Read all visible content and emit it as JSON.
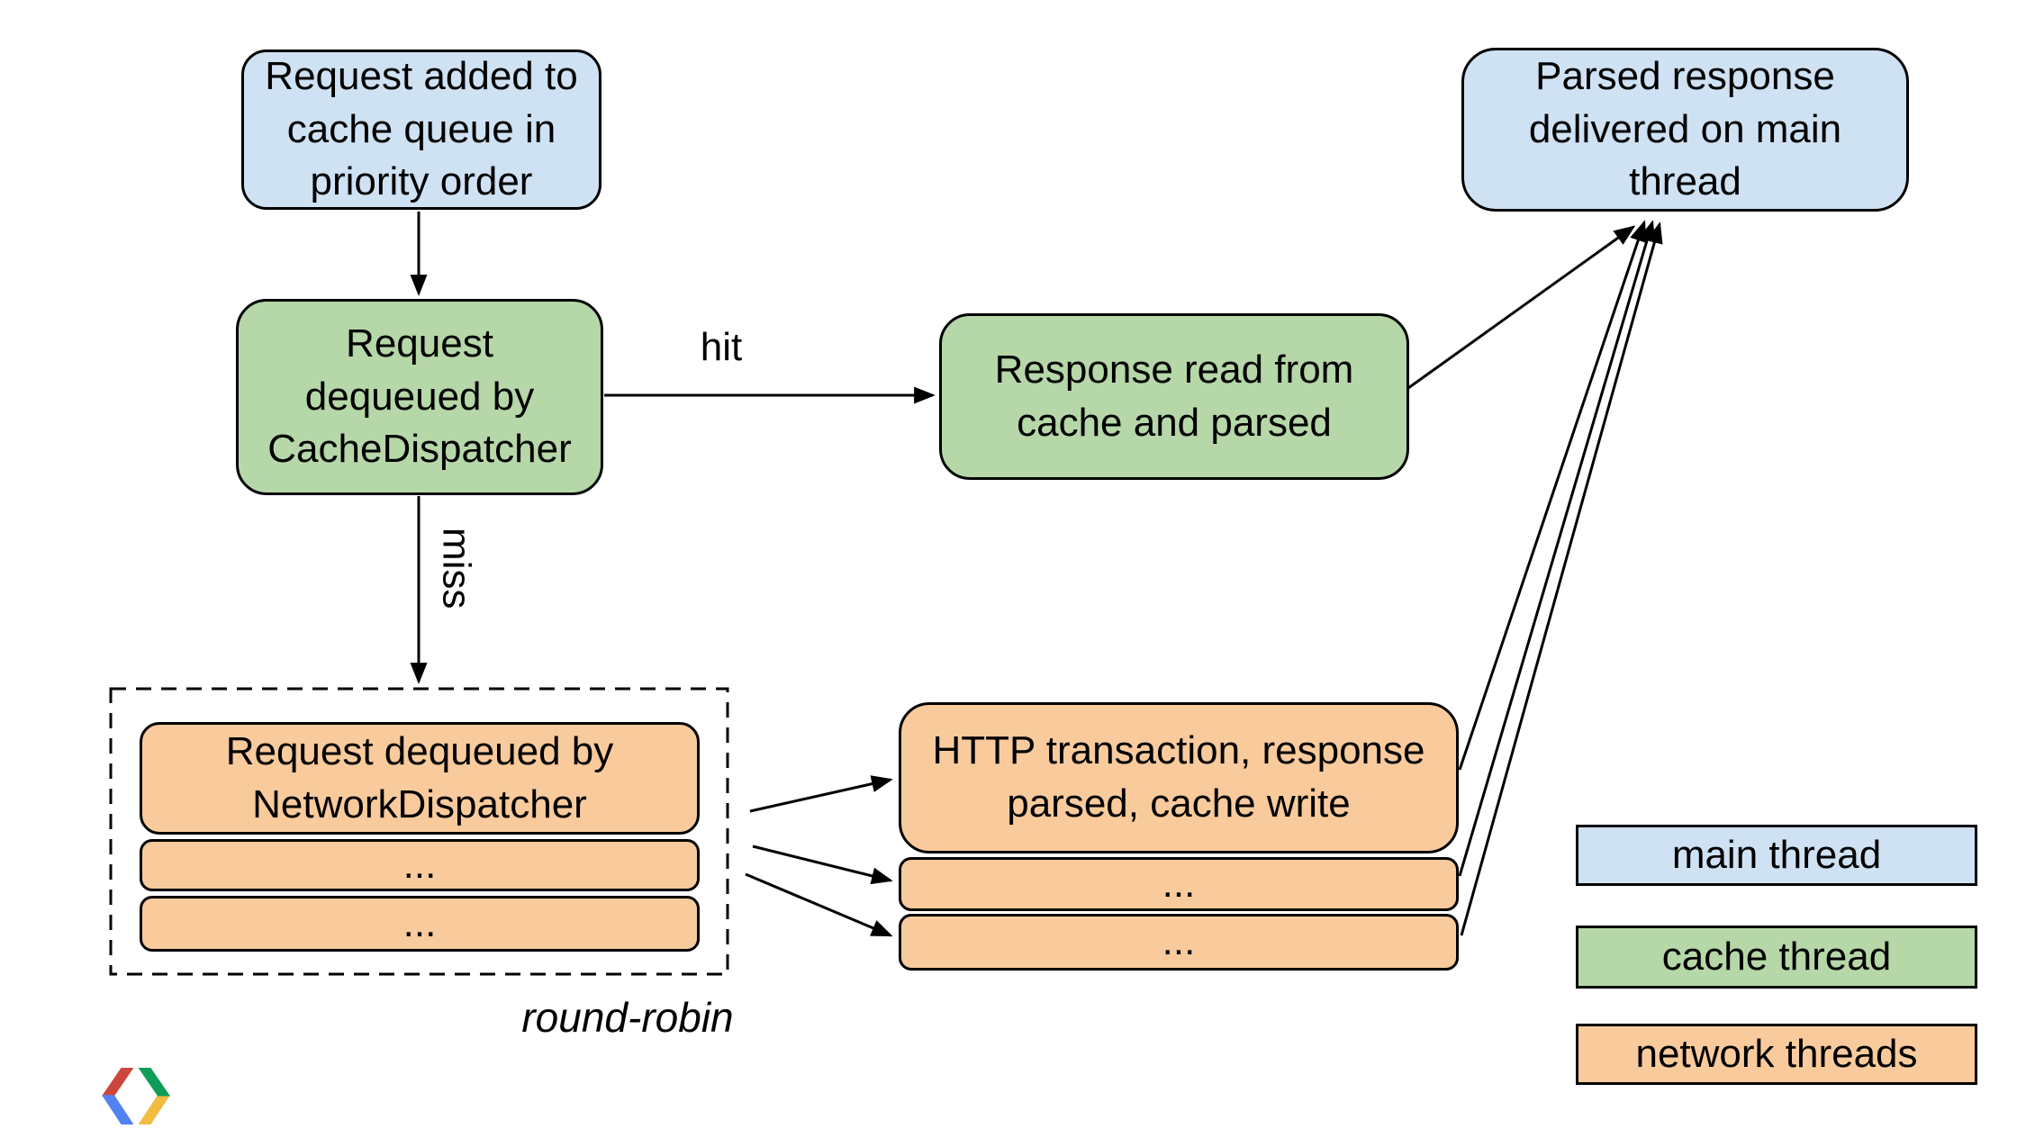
{
  "colors": {
    "main_thread_fill": "#cfe2f3",
    "cache_thread_fill": "#b6d7a8",
    "network_thread_fill": "#f9cb9c",
    "outline": "#000000"
  },
  "nodes": {
    "request_added": "Request added to\ncache queue in\npriority order",
    "cache_dispatcher": "Request\ndequeued by\nCacheDispatcher",
    "cache_read": "Response read from\ncache and parsed",
    "main_delivery": "Parsed response\ndelivered on main\nthread",
    "network_dispatcher": "Request dequeued by\nNetworkDispatcher",
    "network_queue_2": "...",
    "network_queue_3": "...",
    "http_transaction": "HTTP transaction, response\nparsed, cache write",
    "http_queue_2": "...",
    "http_queue_3": "..."
  },
  "labels": {
    "hit": "hit",
    "miss": "miss",
    "round_robin": "round-robin"
  },
  "legend": {
    "main": "main thread",
    "cache": "cache thread",
    "network": "network threads"
  },
  "logo": {
    "name": "google-developers-logo",
    "red": "#cc463d",
    "blue": "#5282f2",
    "green": "#0f9d58",
    "yellow": "#f2bc42"
  }
}
